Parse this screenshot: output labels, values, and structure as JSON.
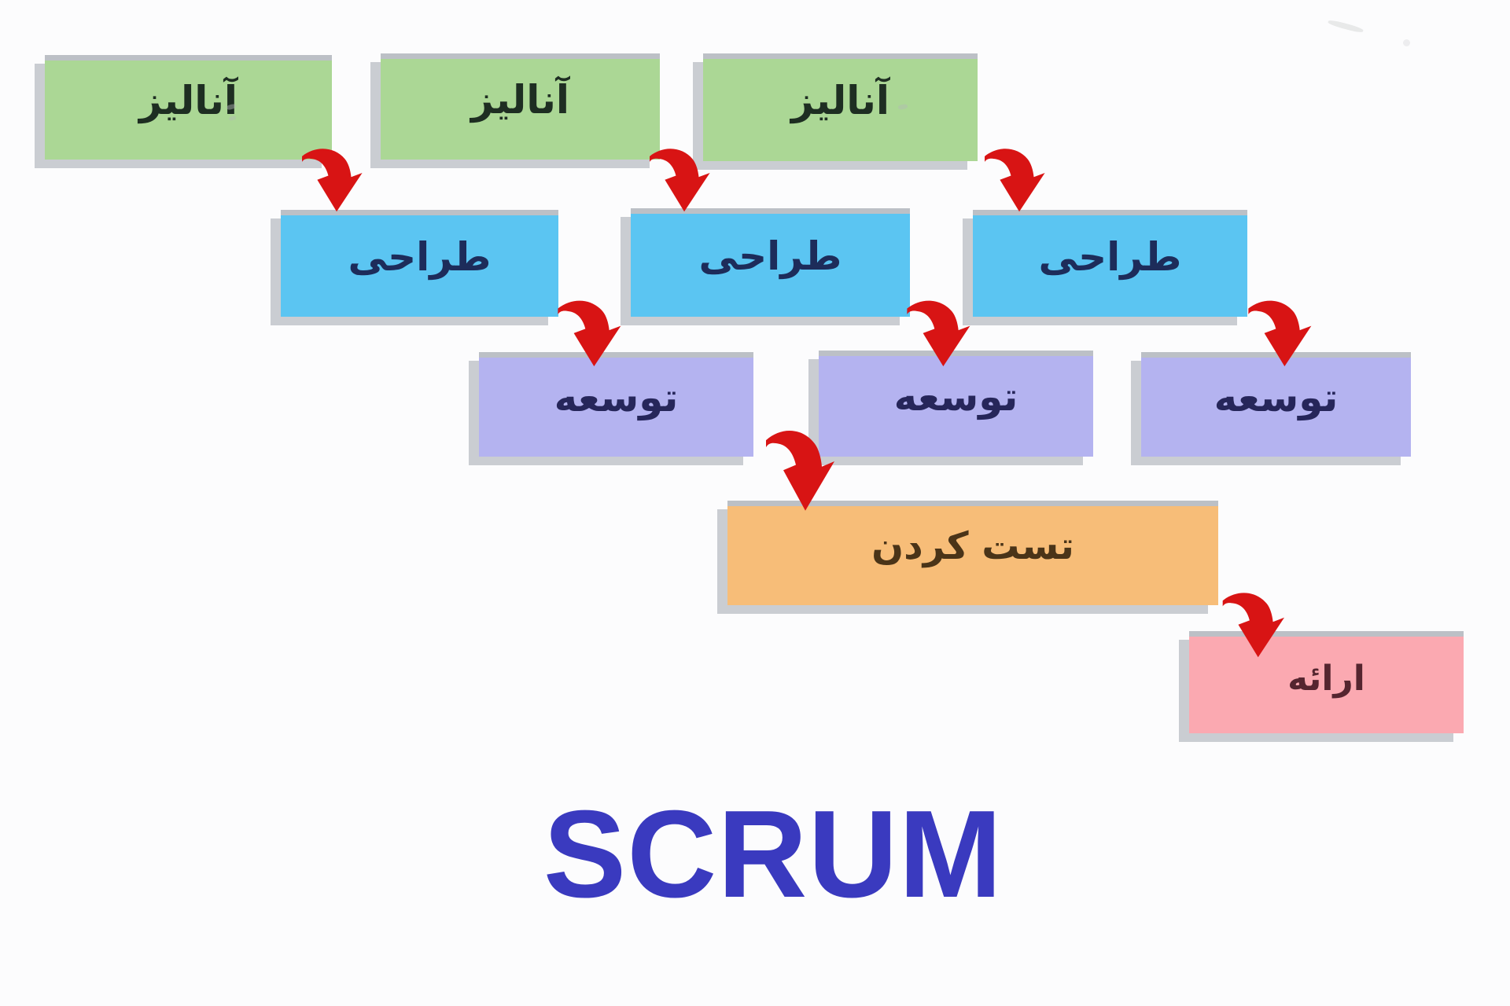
{
  "diagram": {
    "title": "SCRUM",
    "title_color": "#3a3abf",
    "arrow_color": "#d81414",
    "background_color": "#fcfcfd",
    "shadow_color": "#cacdd2",
    "stages": [
      {
        "id": "analysis",
        "label": "آنالیز",
        "box_color": "#abd795",
        "text_color": "#1e2e22",
        "count": 3
      },
      {
        "id": "design",
        "label": "طراحی",
        "box_color": "#5bc5f2",
        "text_color": "#1d2c5a",
        "count": 3
      },
      {
        "id": "development",
        "label": "توسعه",
        "box_color": "#b4b3f0",
        "text_color": "#26265a",
        "count": 3
      },
      {
        "id": "testing",
        "label": "تست کردن",
        "box_color": "#f7bd78",
        "text_color": "#4a3418",
        "count": 1
      },
      {
        "id": "delivery",
        "label": "ارائه",
        "box_color": "#fba9b1",
        "text_color": "#55252f",
        "count": 1
      }
    ]
  }
}
